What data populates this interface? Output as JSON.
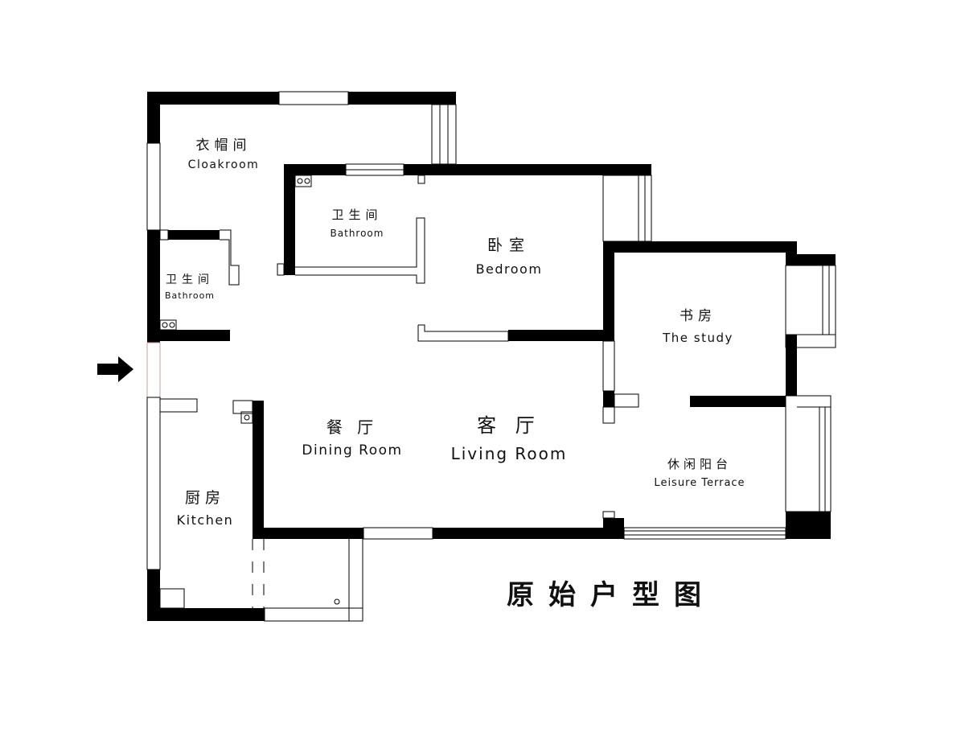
{
  "title": "原始户型图",
  "rooms": {
    "cloakroom": {
      "zh": "衣帽间",
      "en": "Cloakroom"
    },
    "bathroom1": {
      "zh": "卫生间",
      "en": "Bathroom"
    },
    "bathroom2": {
      "zh": "卫生间",
      "en": "Bathroom"
    },
    "bedroom": {
      "zh": "卧室",
      "en": "Bedroom"
    },
    "study": {
      "zh": "书房",
      "en": "The study"
    },
    "dining": {
      "zh": "餐 厅",
      "en": "Dining Room"
    },
    "living": {
      "zh": "客 厅",
      "en": "Living Room"
    },
    "kitchen": {
      "zh": "厨房",
      "en": "Kitchen"
    },
    "terrace": {
      "zh": "休闲阳台",
      "en": "Leisure Terrace"
    }
  },
  "icons": {
    "entrance": "arrow-right-icon"
  }
}
